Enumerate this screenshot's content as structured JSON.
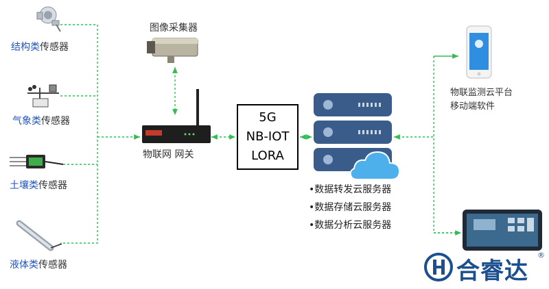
{
  "sensors": [
    {
      "highlight": "结构类",
      "rest": "传感器"
    },
    {
      "highlight": "气象类",
      "rest": "传感器"
    },
    {
      "highlight": "土壤类",
      "rest": "传感器"
    },
    {
      "highlight": "液体类",
      "rest": "传感器"
    }
  ],
  "camera_label": "图像采集器",
  "gateway_label": "物联网 网关",
  "protocols": [
    "5G",
    "NB-IOT",
    "LORA"
  ],
  "cloud_services": [
    "•数据转发云服务器",
    "•数据存储云服务器",
    "•数据分析云服务器"
  ],
  "mobile": {
    "line1": "物联监测云平台",
    "line2": "移动端软件"
  },
  "brand": {
    "name": "合睿达",
    "mark": "®"
  },
  "colors": {
    "connector": "#33bb55",
    "highlight_text": "#2255bb",
    "server": "#3a5c8a",
    "brand": "#1b4f8f"
  }
}
